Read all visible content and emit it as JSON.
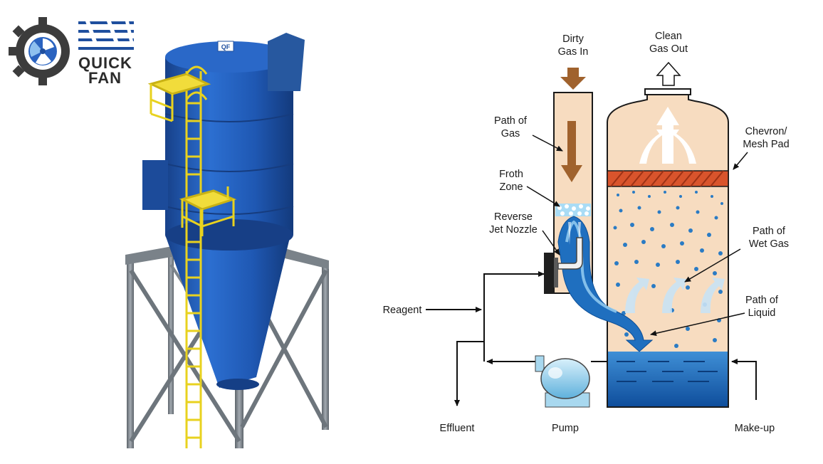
{
  "logo": {
    "line1": "QUICK",
    "line2": "FAN",
    "tank_badge": "QF"
  },
  "diagram": {
    "labels": {
      "dirty_gas_in": [
        "Dirty",
        "Gas In"
      ],
      "clean_gas_out": [
        "Clean",
        "Gas Out"
      ],
      "path_of_gas": [
        "Path of",
        "Gas"
      ],
      "froth_zone": [
        "Froth",
        "Zone"
      ],
      "reverse_jet_nozzle": [
        "Reverse",
        "Jet Nozzle"
      ],
      "chevron_mesh_pad": [
        "Chevron/",
        "Mesh Pad"
      ],
      "path_of_wet_gas": [
        "Path of",
        "Wet Gas"
      ],
      "path_of_liquid": [
        "Path of",
        "Liquid"
      ],
      "reagent": "Reagent",
      "effluent": "Effluent",
      "pump": "Pump",
      "make_up": "Make-up"
    }
  },
  "colors": {
    "vessel_fill": "#f7dcc0",
    "vessel_stroke": "#1a1a1a",
    "mesh_pad": "#d9542c",
    "liquid": "#1f6fbf",
    "liquid_light": "#6fb3e6",
    "gas_arrow": "#a0622d",
    "tank_blue": "#1e56a8",
    "ladder_yellow": "#e8d21f",
    "steel_grey": "#8a9199",
    "logo_blue": "#1f4f9e",
    "logo_grey": "#3c3c3c"
  }
}
